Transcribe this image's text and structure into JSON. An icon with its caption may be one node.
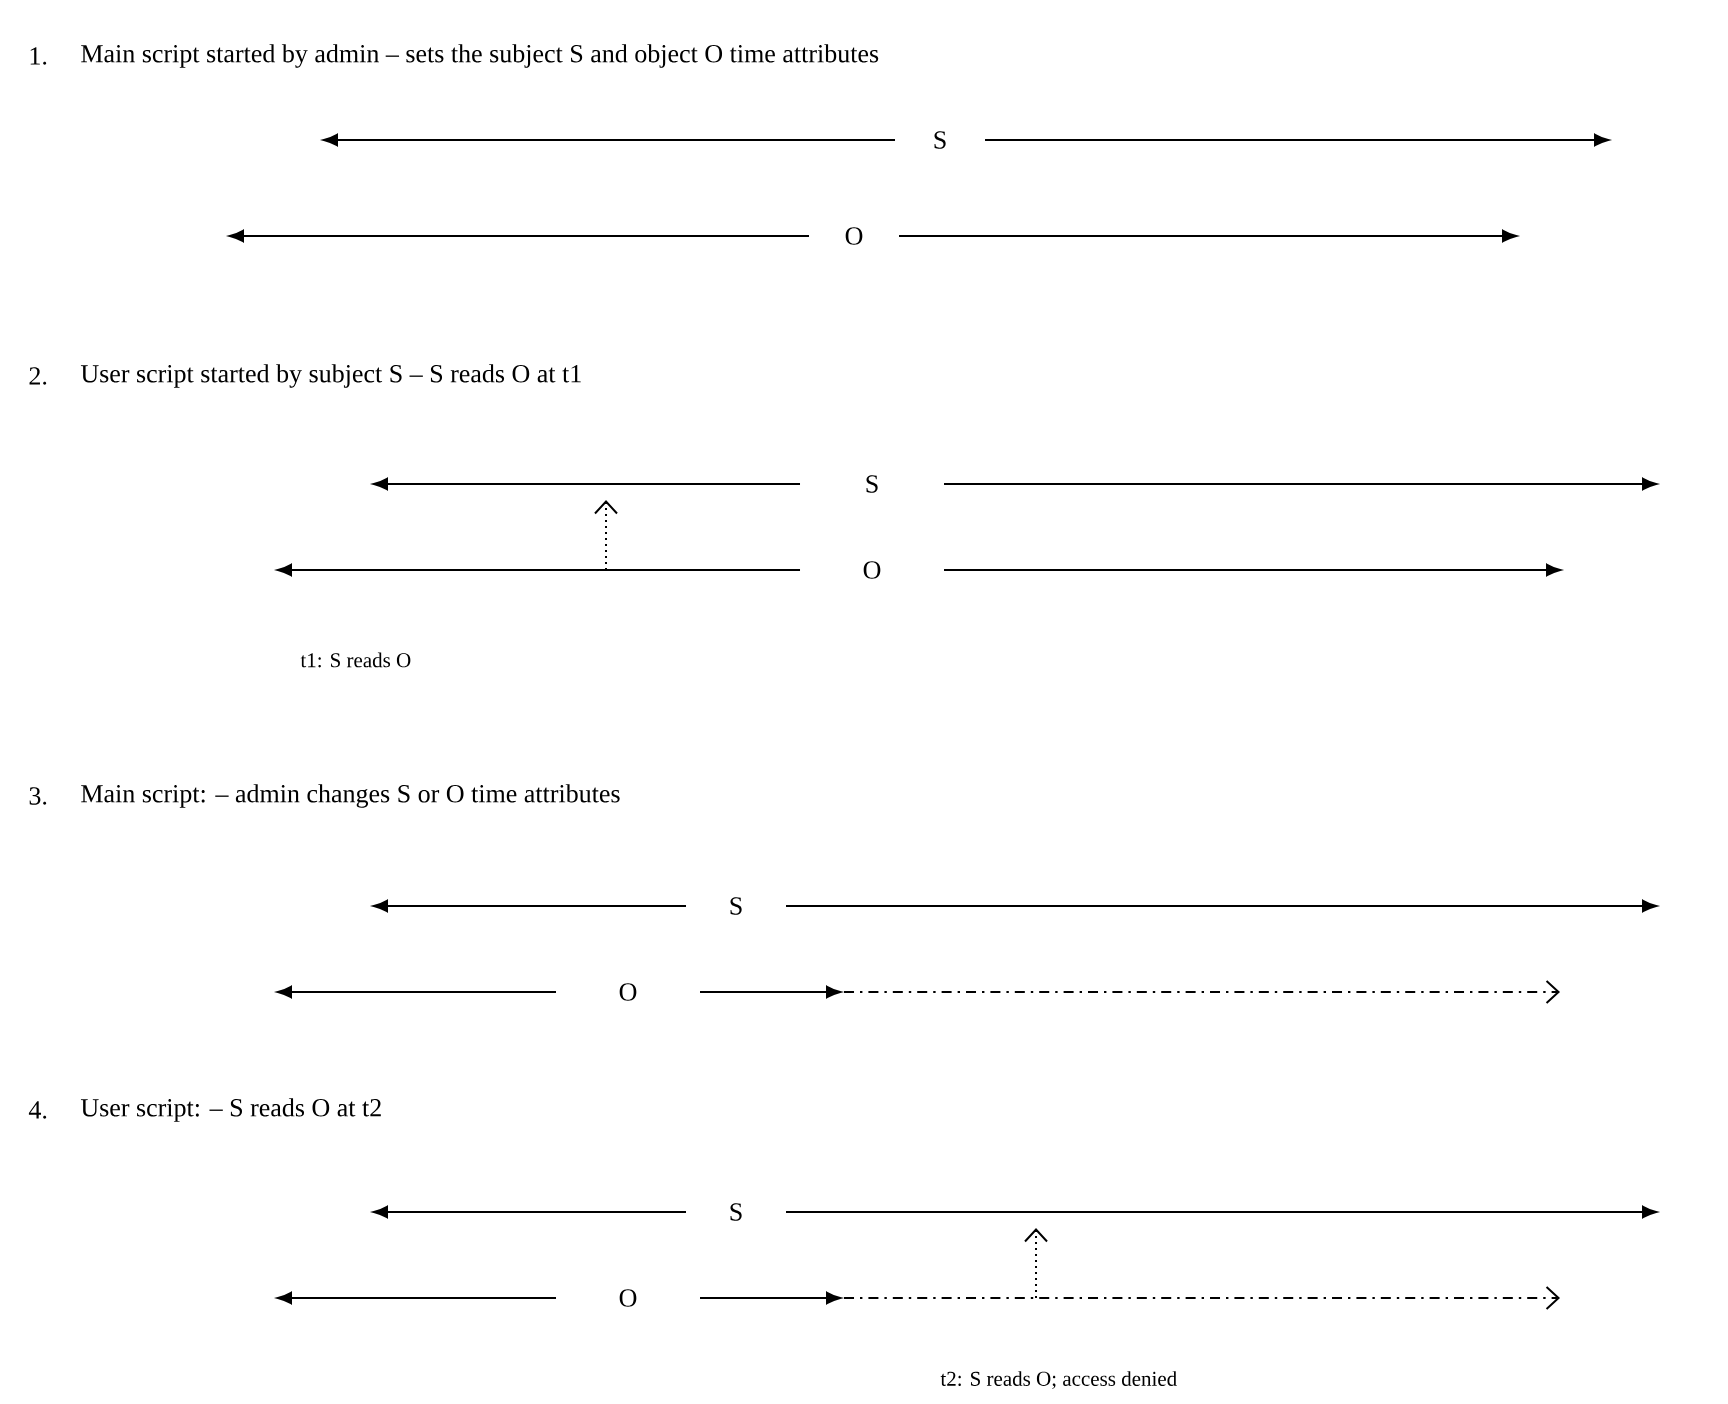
{
  "diagram": {
    "nodes": [
      {
        "text": [
          "S"
        ]
      },
      {
        "text": [
          "O"
        ]
      },
      {
        "text": [
          "S"
        ]
      },
      {
        "text": [
          "O"
        ]
      },
      {
        "text": [
          "S"
        ]
      },
      {
        "text": [
          "O"
        ]
      },
      {
        "text": [
          "S"
        ]
      },
      {
        "text": [
          "O"
        ]
      }
    ],
    "edges": [
      {
        "from": 3,
        "to": 2,
        "arrow": "to",
        "style": "dashed"
      },
      {
        "from": 5,
        "to": null,
        "arrow": "to",
        "style": "dashed"
      },
      {
        "from": 7,
        "to": null,
        "arrow": "to",
        "style": "dashed"
      },
      {
        "from": null,
        "to": 6,
        "arrow": "to",
        "style": "dashed"
      }
    ],
    "labels": [
      "1.",
      "Main script started by admin – sets the subject S and object O time attributes",
      "2.",
      "User script started by subject S – S reads O at t1",
      "t1: S reads O",
      "3.",
      "Main script: – admin changes S or O time attributes",
      "4.",
      "User script: – S reads O at t2",
      "t2: S reads O; access denied"
    ]
  }
}
